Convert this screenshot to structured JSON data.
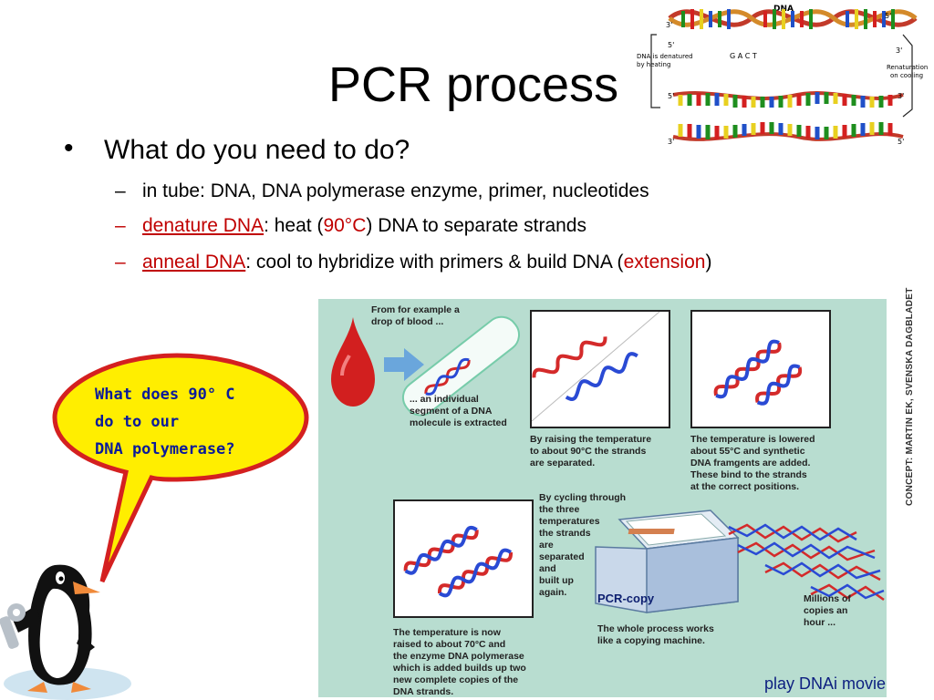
{
  "slide": {
    "title": "PCR process",
    "bullet": "What do you need to do?",
    "sub1": "in tube: DNA, DNA polymerase enzyme, primer, nucleotides",
    "sub2": {
      "link": "denature DNA",
      "a": ": heat (",
      "temp": "90°C",
      "b": ") DNA to separate strands"
    },
    "sub3": {
      "link": "anneal DNA",
      "a": ": cool to hybridize with primers & build DNA (",
      "ext": "extension",
      "b": ")"
    },
    "movie_link": "play DNAi movie"
  },
  "dna_diagram": {
    "label_dna": "DNA",
    "label_denatured": "DNA is denatured\nby heating",
    "label_bases": "G A C T",
    "label_renaturation": "Renaturation\non cooling",
    "end_3": "3'",
    "end_5": "5'"
  },
  "pcr_figure": {
    "cap_blood": "From for example a\ndrop of blood ...",
    "cap_segment": "... an individual\nsegment of a DNA\nmolecule is extracted",
    "cap_raise": "By raising the temperature\nto about 90°C the strands\nare separated.",
    "cap_lower": "The temperature is lowered\nabout 55°C and synthetic\nDNA framgents are added.\nThese bind to the strands\nat the correct positions.",
    "cap_cycling": "By cycling through\nthe three\ntemperatures\nthe strands\nare\nseparated\nand\nbuilt up\nagain.",
    "cap_70": "The temperature is now\nraised to about 70°C and\nthe enzyme DNA polymerase\nwhich is added builds up two\nnew complete copies of the\nDNA strands.",
    "cap_machine": "The whole process works\nlike a copying machine.",
    "cap_millions": "Millions of\ncopies an\nhour ...",
    "machine_label": "PCR-copy",
    "credit": "CONCEPT: MARTIN EK, SVENSKA DAGBLADET"
  },
  "bubble": {
    "text": "What does 90° C\ndo to our\nDNA polymerase?"
  },
  "colors": {
    "link_red": "#c00000",
    "bubble_fill": "#ffee00",
    "bubble_border": "#d42020",
    "panel_bg": "#b8ddd0",
    "bubble_text": "#0a1a9a"
  }
}
